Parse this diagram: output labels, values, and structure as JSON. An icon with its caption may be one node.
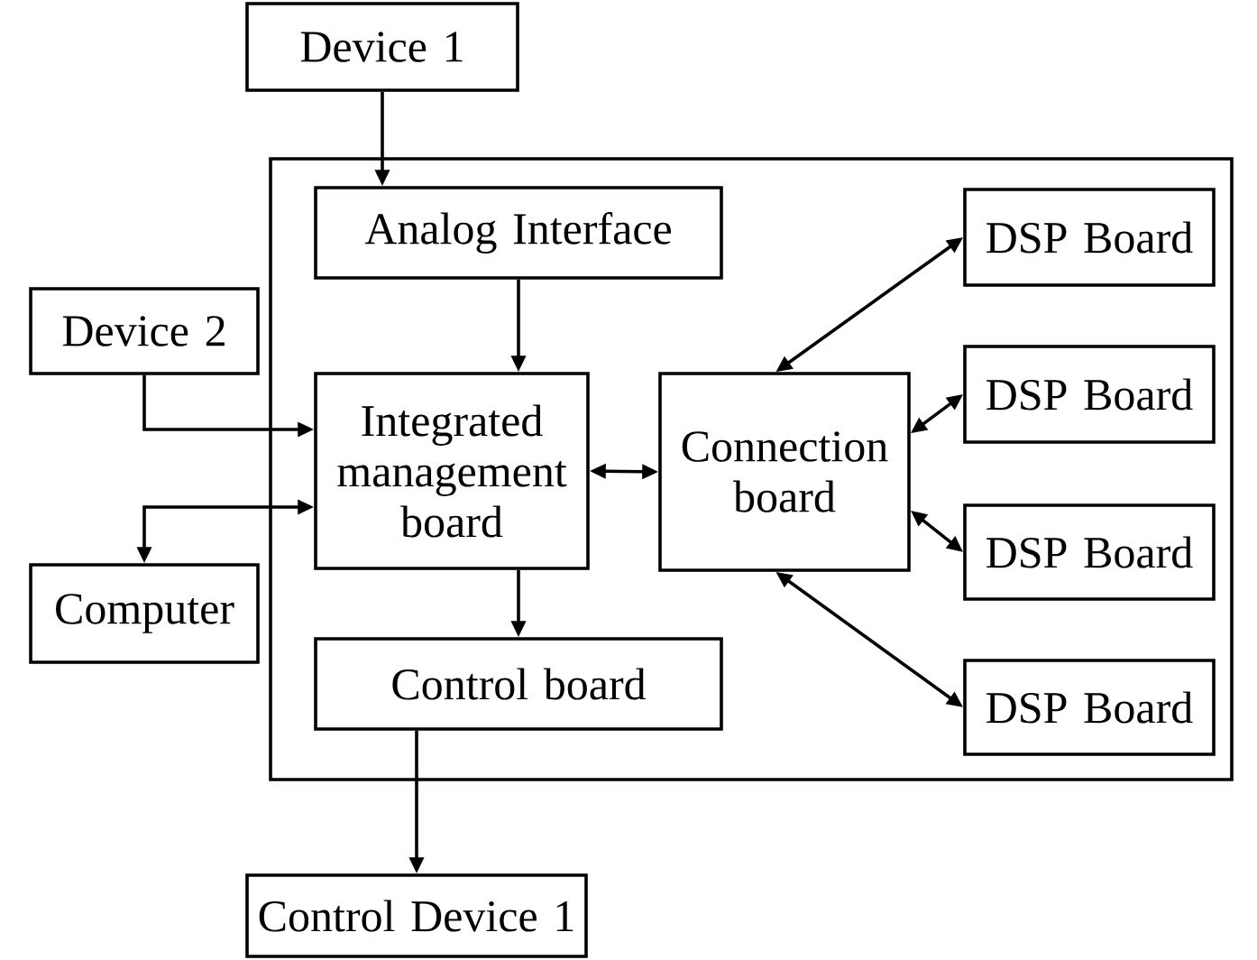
{
  "diagram": {
    "nodes": [
      {
        "text": [
          "Device 1"
        ]
      },
      {
        "text": [],
        "shape": "box"
      },
      {
        "text": [
          "Analog Interface"
        ],
        "in": 1
      },
      {
        "text": [
          "DSP Board"
        ],
        "in": 1
      },
      {
        "text": [
          "Device 2"
        ]
      },
      {
        "text": [
          "Integrated management board"
        ],
        "in": 1
      },
      {
        "text": [
          "Connection board"
        ],
        "in": 1
      },
      {
        "text": [
          "DSP Board"
        ],
        "in": 1
      },
      {
        "text": [
          "DSP Board"
        ],
        "in": 1
      },
      {
        "text": [
          "Computer"
        ]
      },
      {
        "text": [
          "Control board"
        ],
        "in": 1
      },
      {
        "text": [
          "DSP Board"
        ],
        "in": 1
      },
      {
        "text": [
          "Control Device 1"
        ]
      }
    ],
    "edges": [
      {
        "from": 0,
        "to": 2,
        "arrow": "to"
      },
      {
        "from": 2,
        "to": 5,
        "arrow": "to"
      },
      {
        "from": 4,
        "to": 5,
        "arrow": "to"
      },
      {
        "from": 5,
        "to": 9,
        "arrow": "both"
      },
      {
        "from": 5,
        "to": 6,
        "arrow": "both"
      },
      {
        "from": 6,
        "to": 3,
        "arrow": "both"
      },
      {
        "from": 6,
        "to": 7,
        "arrow": "both"
      },
      {
        "from": 6,
        "to": 8,
        "arrow": "both"
      },
      {
        "from": 6,
        "to": 11,
        "arrow": "both"
      },
      {
        "from": 5,
        "to": 10,
        "arrow": "to"
      },
      {
        "from": 10,
        "to": 12,
        "arrow": "to"
      }
    ]
  }
}
